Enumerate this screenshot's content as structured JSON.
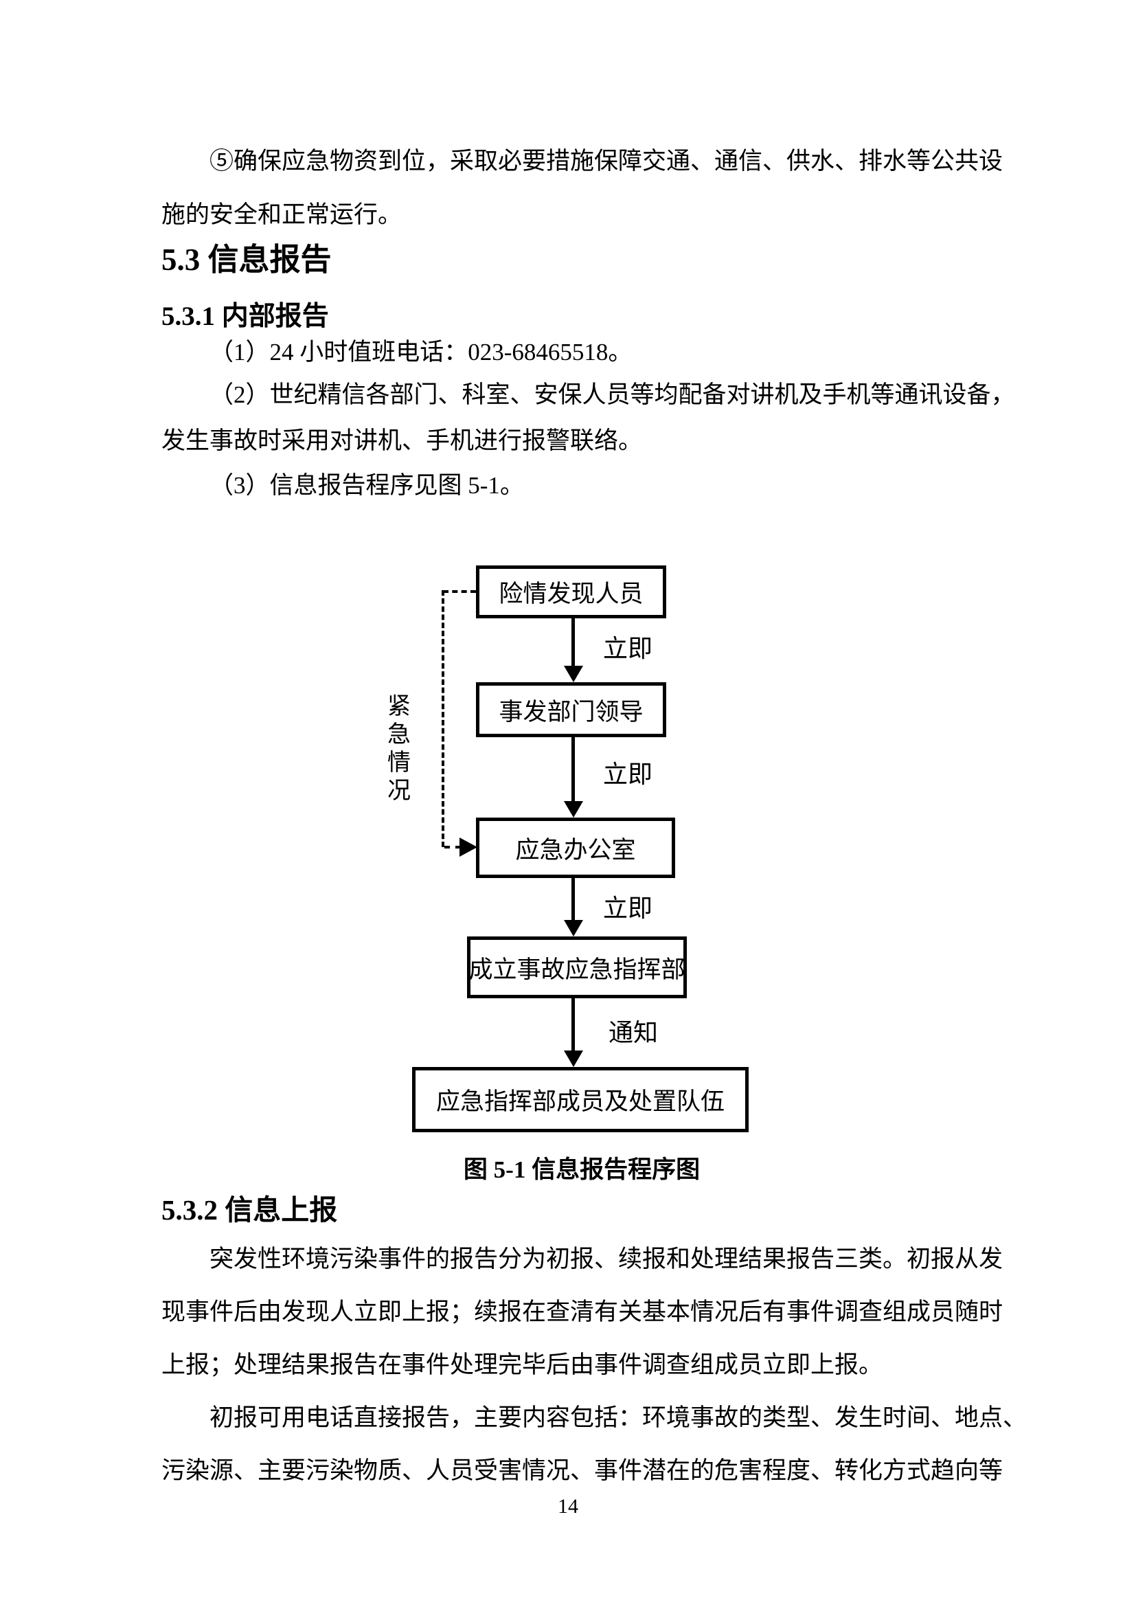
{
  "document": {
    "page_number": "14",
    "para_intro_lines": [
      "⑤确保应急物资到位，采取必要措施保障交通、通信、供水、排水等公共设",
      "施的安全和正常运行。"
    ],
    "heading_5_3": "5.3 信息报告",
    "heading_5_3_1": "5.3.1 内部报告",
    "item_1": "（1）24 小时值班电话：023-68465518。",
    "item_2_lines": [
      "（2）世纪精信各部门、科室、安保人员等均配备对讲机及手机等通讯设备，",
      "发生事故时采用对讲机、手机进行报警联络。"
    ],
    "item_3": "（3）信息报告程序见图 5-1。",
    "heading_5_3_2": "5.3.2 信息上报",
    "para_report_lines": [
      "突发性环境污染事件的报告分为初报、续报和处理结果报告三类。初报从发",
      "现事件后由发现人立即上报；续报在查清有关基本情况后有事件调查组成员随时",
      "上报；处理结果报告在事件处理完毕后由事件调查组成员立即上报。"
    ],
    "para_initial_lines": [
      "初报可用电话直接报告，主要内容包括：环境事故的类型、发生时间、地点、",
      "污染源、主要污染物质、人员受害情况、事件潜在的危害程度、转化方式趋向等"
    ]
  },
  "figure": {
    "caption": "图 5-1 信息报告程序图",
    "nodes": {
      "discoverer": "险情发现人员",
      "dept_leader": "事发部门领导",
      "emergency_office": "应急办公室",
      "command_center": "成立事故应急指挥部",
      "members": "应急指挥部成员及处置队伍"
    },
    "edge_labels": {
      "e1": "立即",
      "e2": "立即",
      "e3": "立即",
      "e4": "通知"
    },
    "bypass_label": "紧急情况",
    "line_color": "#000000"
  }
}
